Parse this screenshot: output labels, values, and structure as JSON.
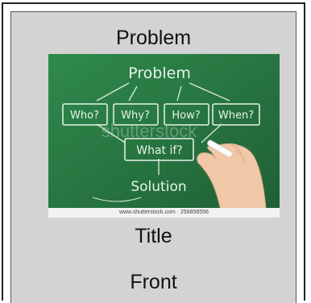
{
  "card": {
    "heading": "Problem",
    "title_label": "Title",
    "side_label": "Front"
  },
  "image": {
    "board_top_word": "Problem",
    "boxes": [
      "Who?",
      "Why?",
      "How?",
      "When?"
    ],
    "middle_box": "What if?",
    "bottom_word": "Solution",
    "watermark": "shutterstock",
    "footer_text": "www.shutterstock.com · 258856556"
  },
  "colors": {
    "board": "#2c7a45",
    "panel": "#d3d3d3",
    "chalk": "#e8f3ea"
  }
}
